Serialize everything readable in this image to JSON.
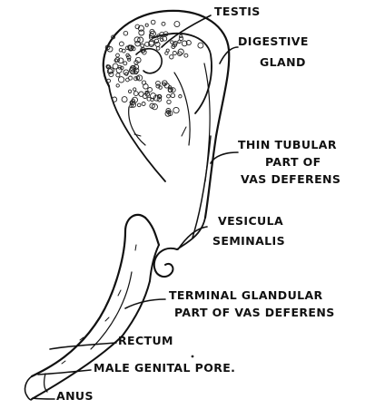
{
  "labels": {
    "testis": "TESTIS",
    "digestive_gland_1": "DIGESTIVE",
    "digestive_gland_2": "GLAND",
    "thin_tubular_1": "THIN TUBULAR",
    "thin_tubular_2": "PART OF",
    "thin_tubular_3": "VAS DEFERENS",
    "vesicula_1": "VESICULA",
    "vesicula_2": "SEMINALIS",
    "terminal_1": "TERMINAL GLANDULAR",
    "terminal_2": "PART OF VAS DEFERENS",
    "rectum": "RECTUM",
    "male_genital_pore": "MALE GENITAL PORE.",
    "anus": "ANUS"
  },
  "colors": {
    "ink": "#111111",
    "background": "#ffffff"
  }
}
